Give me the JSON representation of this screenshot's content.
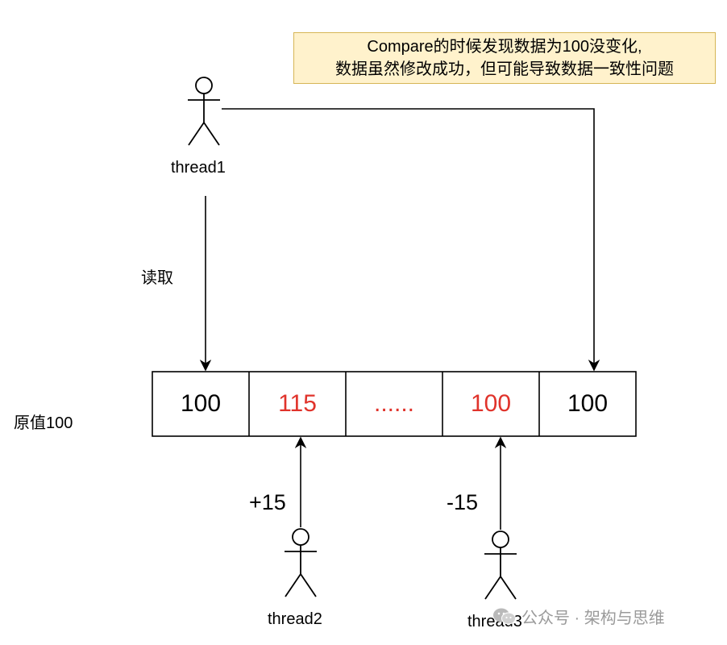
{
  "note": {
    "line1": "Compare的时候发现数据为100没变化,",
    "line2": "数据虽然修改成功，但可能导致数据一致性问题"
  },
  "actors": {
    "thread1": "thread1",
    "thread2": "thread2",
    "thread3": "thread3"
  },
  "edges": {
    "read": "读取",
    "plus": "+15",
    "minus": "-15"
  },
  "original_label": "原值100",
  "cells": [
    {
      "value": "100",
      "color": "#000000"
    },
    {
      "value": "115",
      "color": "#e0332b"
    },
    {
      "value": "......",
      "color": "#e0332b"
    },
    {
      "value": "100",
      "color": "#e0332b"
    },
    {
      "value": "100",
      "color": "#000000"
    }
  ],
  "watermark": {
    "icon": "wechat-icon",
    "text": "公众号 · 架构与思维"
  }
}
